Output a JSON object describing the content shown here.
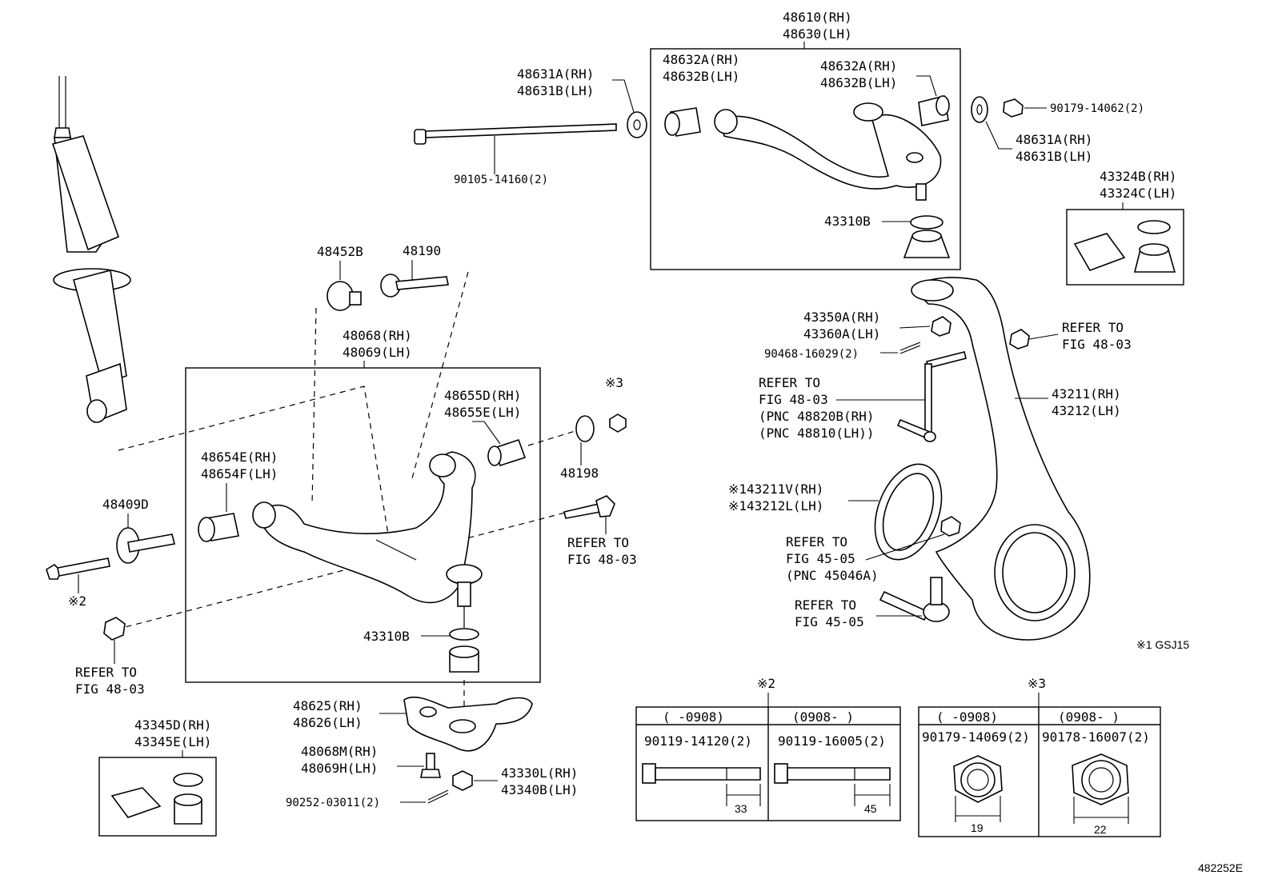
{
  "labels": {
    "upper_arm_rh": "48610(RH)",
    "upper_arm_lh": "48630(LH)",
    "bush_left_rh": "48632A(RH)",
    "bush_left_lh": "48632B(LH)",
    "bush_right_rh": "48632A(RH)",
    "bush_right_lh": "48632B(LH)",
    "cam_left_rh": "48631A(RH)",
    "cam_left_lh": "48631B(LH)",
    "cam_right_rh": "48631A(RH)",
    "cam_right_lh": "48631B(LH)",
    "nut_top": "90179-14062(2)",
    "bolt_top": "90105-14160(2)",
    "upper_boot": "43310B",
    "boot_kit_upper_rh": "43324B(RH)",
    "boot_kit_upper_lh": "43324C(LH)",
    "cam_plate": "48452B",
    "cam_bolt": "48190",
    "lower_arm_rh": "48068(RH)",
    "lower_arm_lh": "48069(LH)",
    "rear_bush_rh": "48655D(RH)",
    "rear_bush_lh": "48655E(LH)",
    "mark3": "※3",
    "front_bush_rh": "48654E(RH)",
    "front_bush_lh": "48654F(LH)",
    "washer_48198": "48198",
    "cam_48409": "48409D",
    "mark2": "※2",
    "refer_bolt_1": "REFER TO",
    "refer_bolt_2": "FIG 48-03",
    "refer_nut_1": "REFER TO",
    "refer_nut_2": "FIG 48-03",
    "lower_boot": "43310B",
    "bracket_rh": "48625(RH)",
    "bracket_lh": "48626(LH)",
    "bolt_48068m_rh": "48068M(RH)",
    "bolt_48069h_lh": "48069H(LH)",
    "cotter_pin_low": "90252-03011(2)",
    "nut_43330_rh": "43330L(RH)",
    "nut_43340_lh": "43340B(LH)",
    "boot_kit_lower_rh": "43345D(RH)",
    "boot_kit_lower_lh": "43345E(LH)",
    "nut_43350_rh": "43350A(RH)",
    "nut_43360_lh": "43360A(LH)",
    "cotter_pin_up": "90468-16029(2)",
    "refer_r1_1": "REFER TO",
    "refer_r1_2": "FIG 48-03",
    "stab_link_1": "REFER TO",
    "stab_link_2": "FIG 48-03",
    "stab_link_3": "(PNC 48820B(RH)",
    "stab_link_4": "(PNC 48810(LH))",
    "knuckle_rh": "43211(RH)",
    "knuckle_lh": "43212(LH)",
    "seal_rh": "※143211V(RH)",
    "seal_lh": "※143212L(LH)",
    "refer_nut_knuckle_1": "REFER TO",
    "refer_nut_knuckle_2": "FIG 45-05",
    "refer_nut_knuckle_3": "(PNC 45046A)",
    "tie_rod_1": "REFER TO",
    "tie_rod_2": "FIG 45-05",
    "note1": "※1 GSJ15",
    "figure_id": "482252E"
  },
  "table2": {
    "mark": "※2",
    "col1_range": "(      -0908)",
    "col2_range": "(0908-      )",
    "col1_part": "90119-14120(2)",
    "col2_part": "90119-16005(2)",
    "col1_dim": "33",
    "col2_dim": "45"
  },
  "table3": {
    "mark": "※3",
    "col1_range": "(      -0908)",
    "col2_range": "(0908-      )",
    "col1_part": "90179-14069(2)",
    "col2_part": "90178-16007(2)",
    "col1_dim": "19",
    "col2_dim": "22"
  }
}
